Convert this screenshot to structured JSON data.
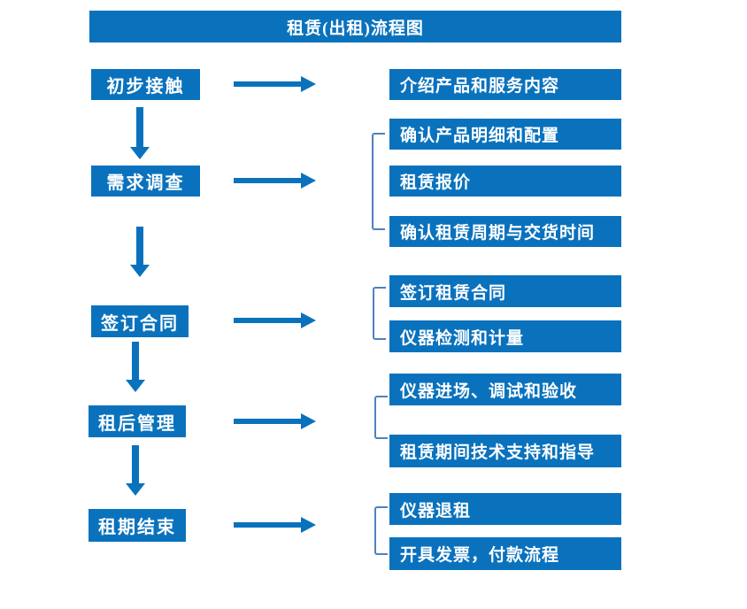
{
  "title": "租赁(出租)流程图",
  "colors": {
    "primary": "#0a72bd",
    "bracket": "#4f81bd",
    "boxtext": "#ffffff"
  },
  "stages": [
    {
      "label": "初步接触",
      "outputs": [
        "介绍产品和服务内容"
      ]
    },
    {
      "label": "需求调查",
      "outputs": [
        "确认产品明细和配置",
        "租赁报价",
        "确认租赁周期与交货时间"
      ]
    },
    {
      "label": "签订合同",
      "outputs": [
        "签订租赁合同",
        "仪器检测和计量"
      ]
    },
    {
      "label": "租后管理",
      "outputs": [
        "仪器进场、调试和验收",
        "租赁期间技术支持和指导"
      ]
    },
    {
      "label": "租期结束",
      "outputs": [
        "仪器退租",
        "开具发票，付款流程"
      ]
    }
  ]
}
